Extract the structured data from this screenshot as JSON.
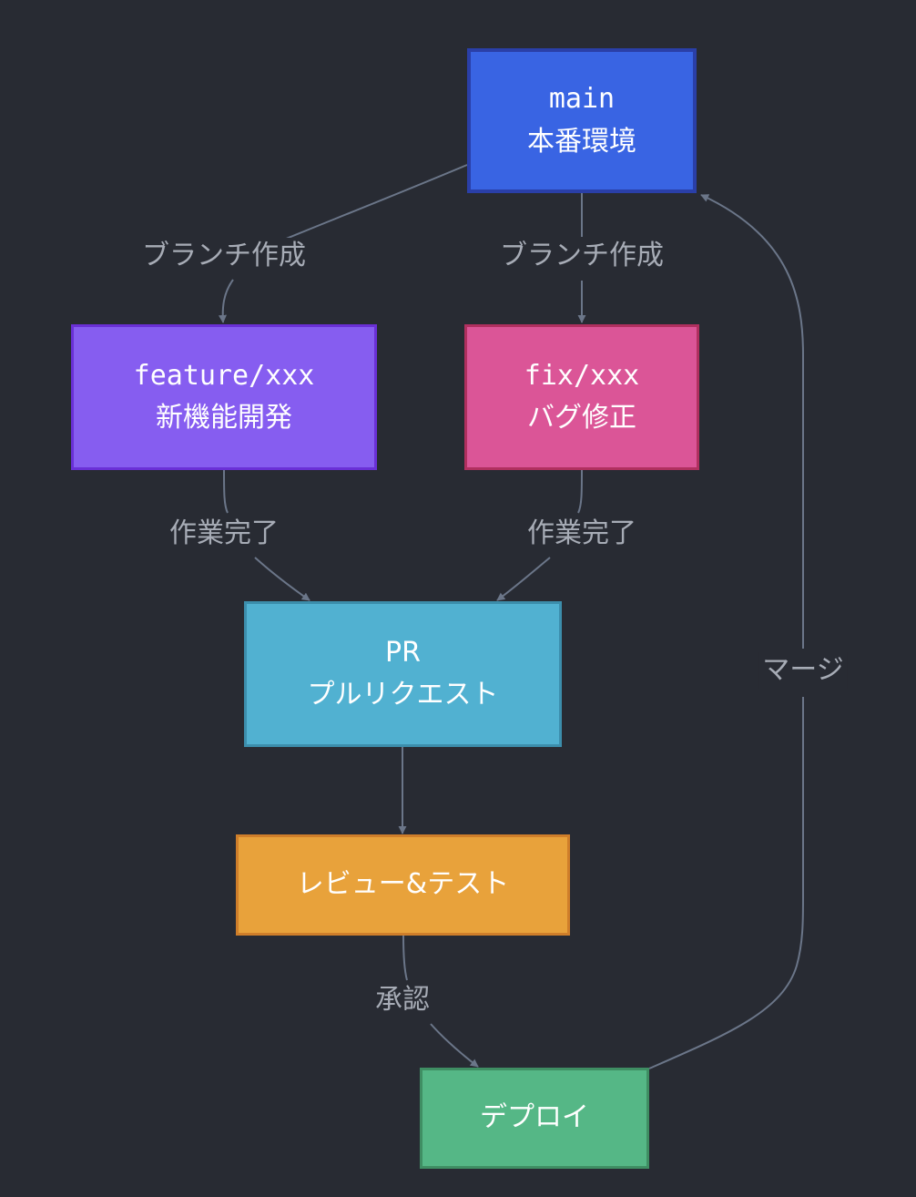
{
  "diagram": {
    "type": "flowchart",
    "direction": "top-down",
    "background": "#282b33",
    "edge_color": "#6b7689",
    "label_color": "#a7acb6",
    "nodes": [
      {
        "id": "main",
        "code": "main",
        "text": "本番環境",
        "fill": "#3964e3",
        "border": "#2a3fa8"
      },
      {
        "id": "feature",
        "code": "feature/xxx",
        "text": "新機能開発",
        "fill": "#865df0",
        "border": "#6a30d6"
      },
      {
        "id": "fix",
        "code": "fix/xxx",
        "text": "バグ修正",
        "fill": "#db5597",
        "border": "#b0305f"
      },
      {
        "id": "pr",
        "code": "PR",
        "text": "プルリクエスト",
        "fill": "#51b1d1",
        "border": "#3c8eac"
      },
      {
        "id": "review",
        "text": "レビュー&テスト",
        "fill": "#e8a23b",
        "border": "#cf7e2a"
      },
      {
        "id": "deploy",
        "text": "デプロイ",
        "fill": "#55b786",
        "border": "#3f8e63"
      }
    ],
    "edges": [
      {
        "from": "main",
        "to": "feature",
        "label": "ブランチ作成"
      },
      {
        "from": "main",
        "to": "fix",
        "label": "ブランチ作成"
      },
      {
        "from": "feature",
        "to": "pr",
        "label": "作業完了"
      },
      {
        "from": "fix",
        "to": "pr",
        "label": "作業完了"
      },
      {
        "from": "pr",
        "to": "review",
        "label": ""
      },
      {
        "from": "review",
        "to": "deploy",
        "label": "承認"
      },
      {
        "from": "deploy",
        "to": "main",
        "label": "マージ"
      }
    ]
  }
}
